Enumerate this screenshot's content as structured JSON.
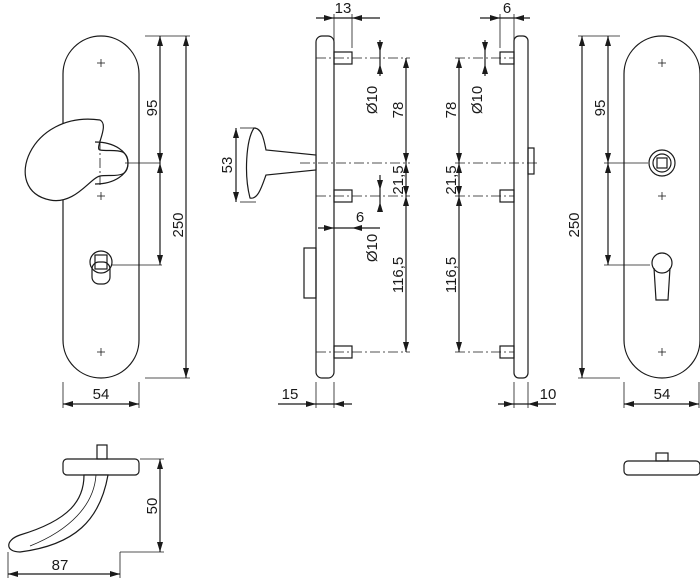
{
  "dimensions": {
    "front_left_95": "95",
    "front_left_250": "250",
    "front_left_54": "54",
    "side_13": "13",
    "side_53": "53",
    "side_dia10_top": "Ø10",
    "side_78": "78",
    "side_21_5": "21,5",
    "side_6": "6",
    "side_dia10_mid": "Ø10",
    "side_116_5": "116,5",
    "side_15": "15",
    "rear_6": "6",
    "rear_dia10": "Ø10",
    "rear_78": "78",
    "rear_21_5": "21,5",
    "rear_116_5": "116,5",
    "rear_10": "10",
    "front_right_95": "95",
    "front_right_250": "250",
    "front_right_54": "54",
    "top_50": "50",
    "top_87": "87"
  }
}
